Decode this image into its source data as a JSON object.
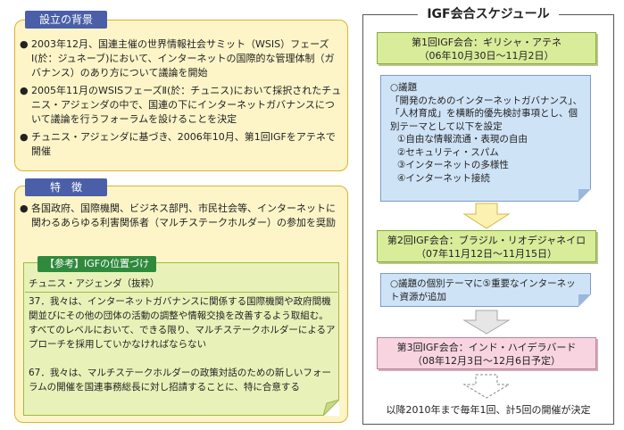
{
  "left": {
    "background": {
      "tab": "設立の背景",
      "items": [
        "2003年12月、国連主催の世界情報社会サミット（WSIS）フェーズⅠ(於：ジュネーブ)において、インターネットの国際的な管理体制（ガバナンス）のあり方について議論を開始",
        "2005年11月のWSISフェーズⅡ(於：チュニス)において採択されたチュニス・アジェンダの中で、国連の下にインターネットガバナンスについて議論を行うフォーラムを設けることを決定",
        "チュニス・アジェンダに基づき、2006年10月、第1回IGFをアテネで開催"
      ]
    },
    "features": {
      "tab": "特　徴",
      "items": [
        "各国政府、国際機関、ビジネス部門、市民社会等、インターネットに関わるあらゆる利害関係者（マルチステークホルダー）の参加を奨励"
      ],
      "reference": {
        "tab": "【参考】IGFの位置づけ",
        "subtitle": "チュニス・アジェンダ（抜粋）",
        "para1": "37．我々は、インターネットガバナンスに関係する国際機関や政府間機関並びにその他の団体の活動の調整や情報交換を改善するよう取組む。すべてのレベルにおいて、できる限り、マルチステークホルダーによるアプローチを採用していかなければならない",
        "para2": "67．我々は、マルチステークホルダーの政策対話のための新しいフォーラムの開催を国連事務総長に対し招請することに、特に合意する"
      }
    }
  },
  "schedule": {
    "title": "IGF会合スケジュール",
    "meeting1": {
      "line1": "第1回IGF会合：ギリシャ・アテネ",
      "line2": "（06年10月30日～11月2日）"
    },
    "note1": {
      "lines": [
        "○議題",
        "「開発のためのインターネットガバナンス」、「人材育成」を横断的優先検討事項とし、個別テーマとして以下を設定",
        "①自由な情報流通・表現の自由",
        "②セキュリティ・スパム",
        "③インターネットの多様性",
        "④インターネット接続"
      ]
    },
    "meeting2": {
      "line1": "第2回IGF会合：ブラジル・リオデジャネイロ",
      "line2": "（07年11月12日～11月15日）"
    },
    "note2": {
      "text": "○議題の個別テーマに⑤重要なインターネット資源が追加"
    },
    "meeting3": {
      "line1": "第3回IGF会合：インド・ハイデラバード",
      "line2": "（08年12月3日～12月6日予定）"
    },
    "footer": "以降2010年まで毎年1回、計5回の開催が決定"
  }
}
